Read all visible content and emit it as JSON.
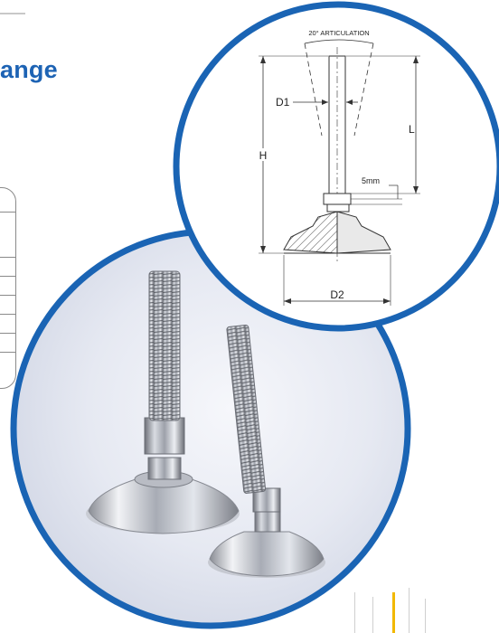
{
  "heading": {
    "text": "ange"
  },
  "diagram": {
    "articulation_label": "20° ARTICULATION",
    "d1_label": "D1",
    "h_label": "H",
    "l_label": "L",
    "gap_label": "5mm",
    "d2_label": "D2"
  },
  "table": {
    "row_count": 7
  },
  "colors": {
    "brand_blue": "#1d63b4",
    "accent_yellow": "#f2b800",
    "line_gray": "#8a8a8a"
  }
}
